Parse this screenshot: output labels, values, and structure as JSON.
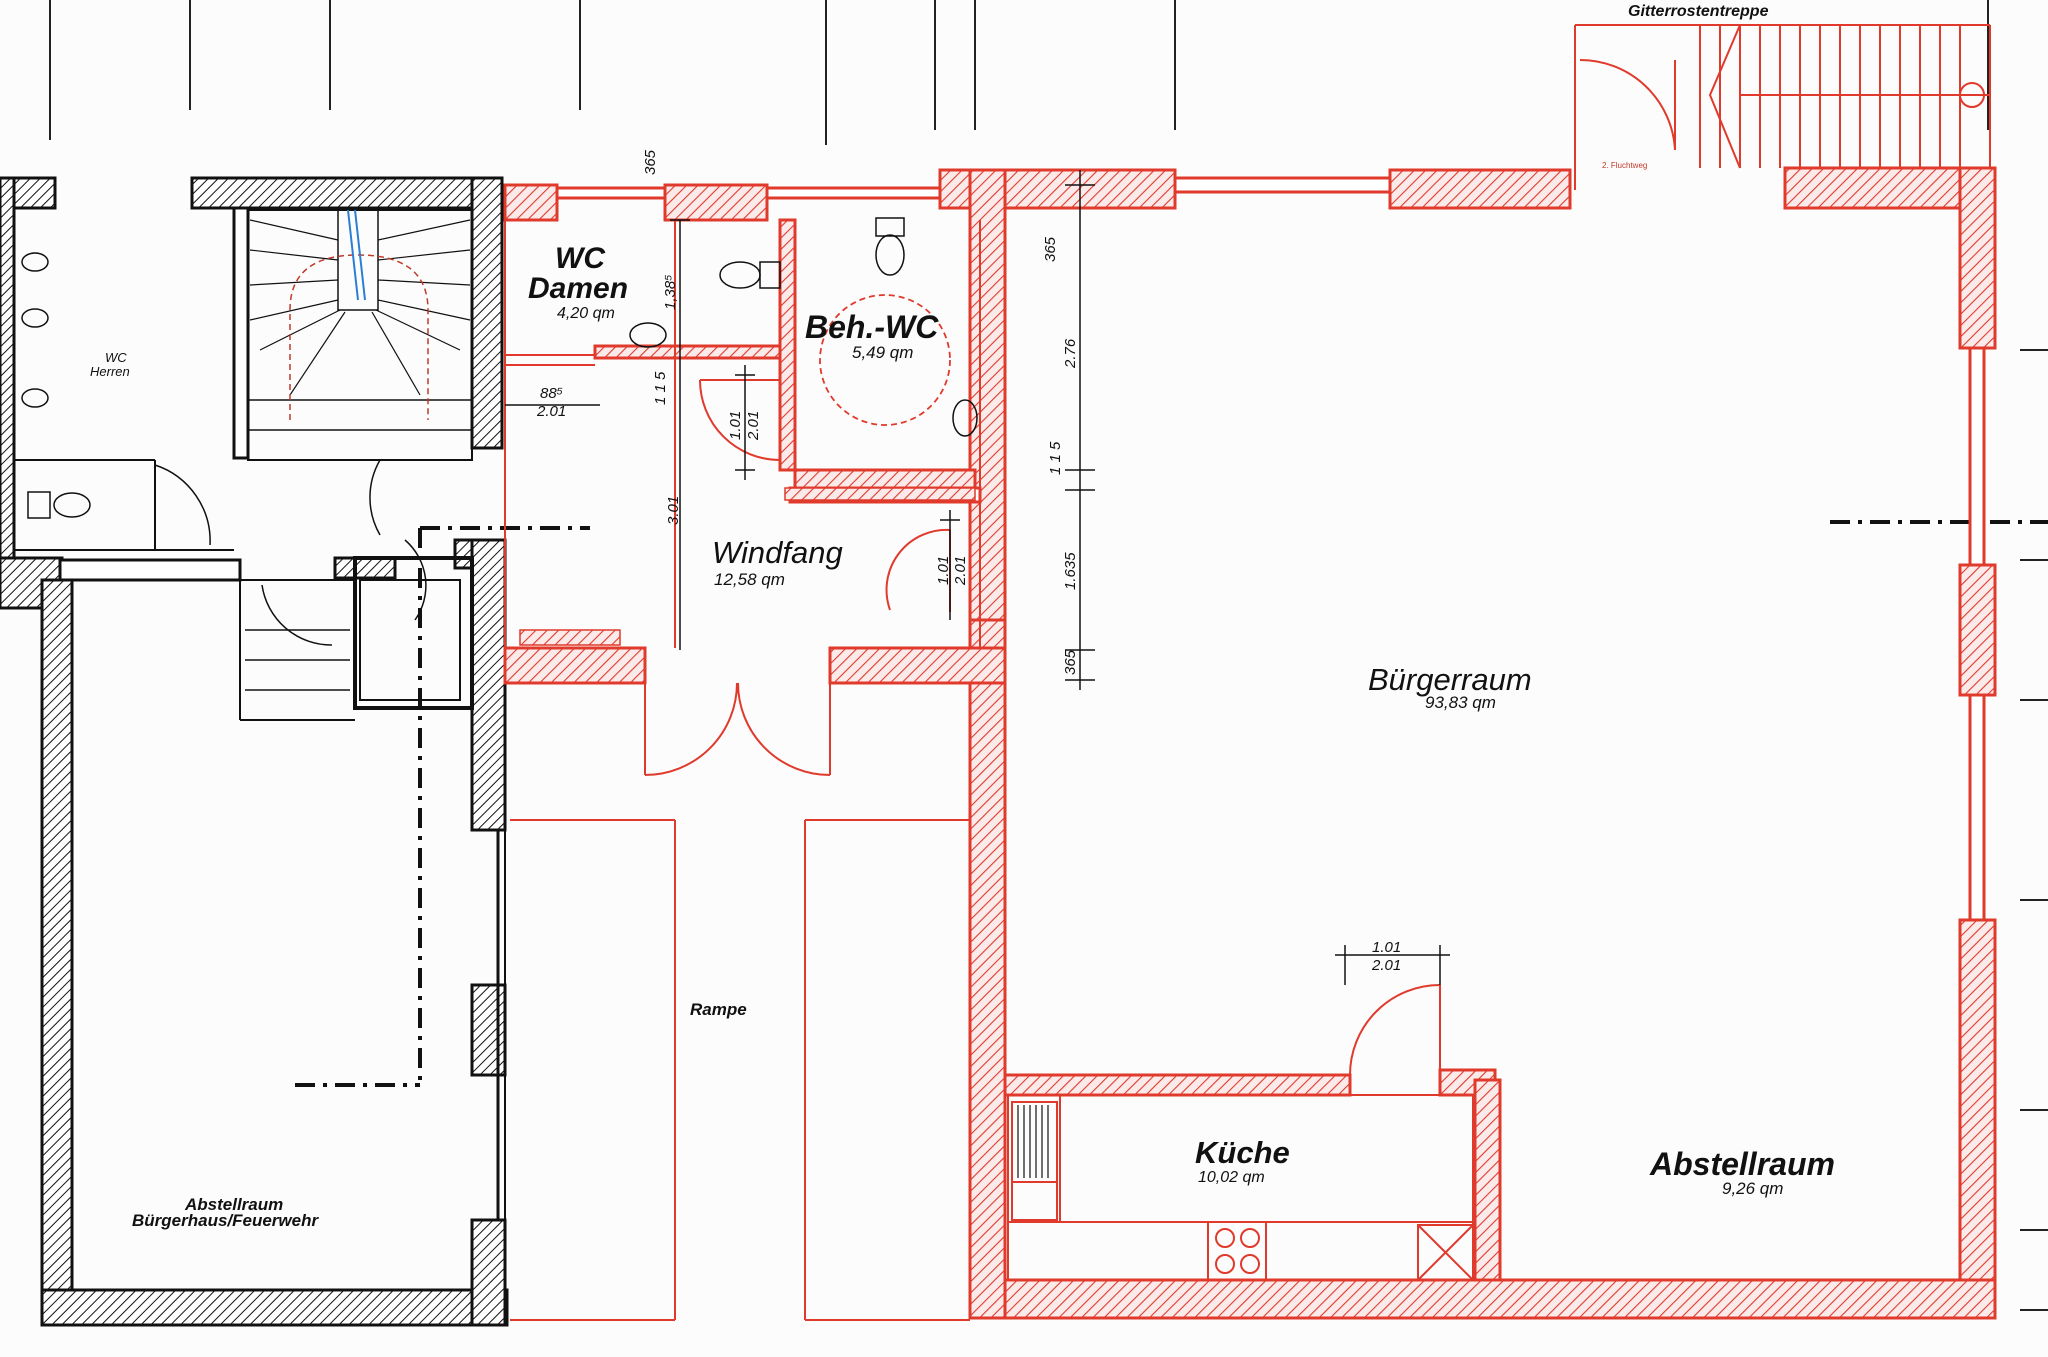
{
  "colors": {
    "new_wall": "#e03a2c",
    "existing_wall": "#111111",
    "background": "#fdfcfc",
    "text": "#111111"
  },
  "rooms": {
    "wc_damen": {
      "title_line1": "WC",
      "title_line2": "Damen",
      "area": "4,20 qm"
    },
    "beh_wc": {
      "title": "Beh.-WC",
      "area": "5,49 qm"
    },
    "windfang": {
      "title": "Windfang",
      "area": "12,58 qm"
    },
    "buergerraum": {
      "title": "Bürgerraum",
      "area": "93,83 qm"
    },
    "kueche": {
      "title": "Küche",
      "area": "10,02 qm"
    },
    "abstellraum": {
      "title": "Abstellraum",
      "area": "9,26 qm"
    },
    "wc_herren": {
      "title_line1": "WC",
      "title_line2": "Herren"
    },
    "abstellraum_feuerwehr": {
      "title_line1": "Abstellraum",
      "title_line2": "Bürgerhaus/Feuerwehr"
    },
    "rampe": {
      "title": "Rampe"
    }
  },
  "labels": {
    "stair": "Gitterrostentreppe",
    "fluchtweg": "2. Fluchtweg"
  },
  "dimensions": {
    "d_365_top": "365",
    "d_1385": "1,38⁵",
    "d_885": "88⁵",
    "d_201_a": "2.01",
    "d_115_a": "1 1 5",
    "d_101_a": "1.01",
    "d_201_b": "2.01",
    "d_301": "3.01",
    "d_101_b": "1.01",
    "d_201_c": "2.01",
    "d_365_right": "365",
    "d_276": "2.76",
    "d_115_b": "1 1 5",
    "d_1635": "1.635",
    "d_365_low": "365",
    "d_101_c": "1.01",
    "d_201_d": "2.01"
  }
}
